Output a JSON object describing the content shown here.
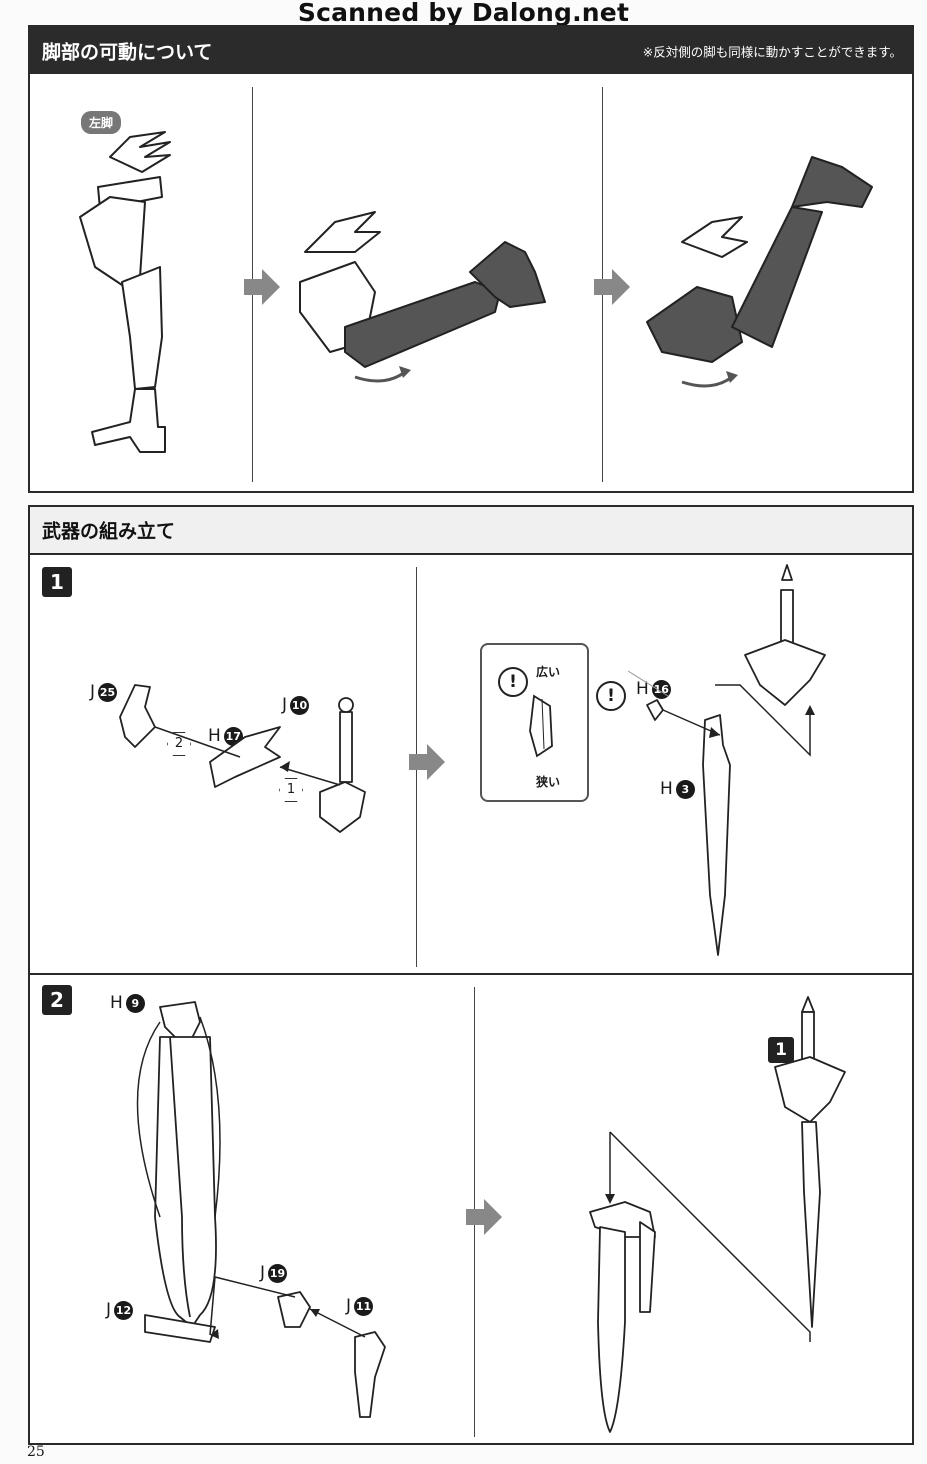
{
  "watermark": "Scanned by Dalong.net",
  "legs_section": {
    "title": "脚部の可動について",
    "note": "※反対側の脚も同様に動かすことができます。",
    "badge": "左脚"
  },
  "weapon_section": {
    "title": "武器の組み立て",
    "step1": {
      "number": "1",
      "labels": {
        "j25": {
          "letter": "J",
          "num": "25"
        },
        "j10": {
          "letter": "J",
          "num": "10"
        },
        "h17": {
          "letter": "H",
          "num": "17"
        },
        "h16": {
          "letter": "H",
          "num": "16"
        },
        "h3": {
          "letter": "H",
          "num": "3"
        }
      },
      "order_a": "2",
      "order_b": "1",
      "inset_wide": "広い",
      "inset_narrow": "狭い",
      "excl": "!"
    },
    "step2": {
      "number": "2",
      "labels": {
        "h9": {
          "letter": "H",
          "num": "9"
        },
        "j12": {
          "letter": "J",
          "num": "12"
        },
        "j19": {
          "letter": "J",
          "num": "19"
        },
        "j11": {
          "letter": "J",
          "num": "11"
        }
      },
      "ref_step": "1"
    }
  },
  "page_number": "25"
}
